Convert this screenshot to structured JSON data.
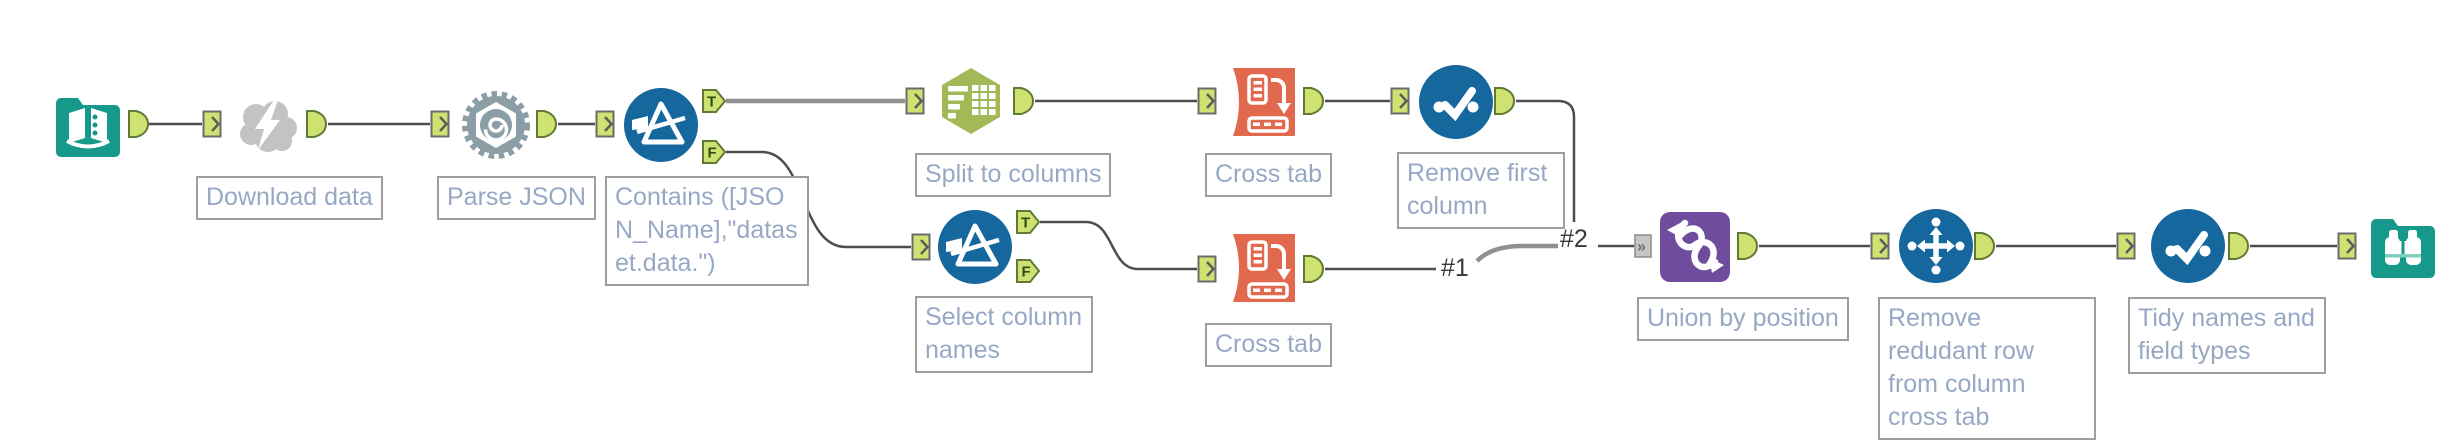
{
  "colors": {
    "teal": "#16988a",
    "download_gray": "#c3c3c3",
    "slate": "#8b9ea6",
    "tool_blue": "#15679d",
    "olive_green": "#a3b958",
    "coral": "#e0694e",
    "purple": "#6f4c9d",
    "anchor_green": "#cfe271",
    "anchor_border": "#5f7a33",
    "wire": "#4d4d4f",
    "wire_selected": "#909090",
    "label_text": "#97a8c5",
    "label_border": "#9e9e9e"
  },
  "tools": [
    {
      "icon": "book-open-icon",
      "label": ""
    },
    {
      "icon": "cloud-lightning-icon",
      "label": "Download data"
    },
    {
      "icon": "gear-swirl-icon",
      "label": "Parse JSON"
    },
    {
      "icon": "filter-funnel-icon",
      "label": "Contains ([JSON_Name],\"dataset.data.\")"
    },
    {
      "icon": "hexagon-table-icon",
      "label": "Split to columns"
    },
    {
      "icon": "filter-funnel-icon",
      "label": "Select column names"
    },
    {
      "icon": "crosstab-banner-icon",
      "label": "Cross tab"
    },
    {
      "icon": "checkmark-dots-icon",
      "label": "Remove first column"
    },
    {
      "icon": "crosstab-banner-icon",
      "label": "Cross tab"
    },
    {
      "icon": "dna-helix-icon",
      "label": "Union by position"
    },
    {
      "icon": "four-arrows-icon",
      "label": "Remove redudant row from column cross tab"
    },
    {
      "icon": "checkmark-dots-icon",
      "label": "Tidy names and field types"
    },
    {
      "icon": "binoculars-icon",
      "label": ""
    }
  ],
  "ports": {
    "true_label": "T",
    "false_label": "F",
    "union_multi": "»"
  },
  "connection_labels": {
    "n1": "#1",
    "n2": "#2"
  }
}
